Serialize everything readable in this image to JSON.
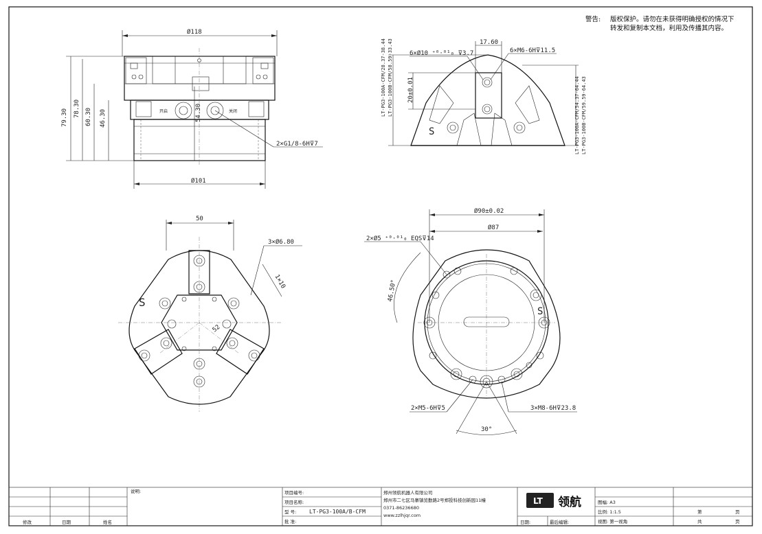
{
  "warning": {
    "label": "警告:",
    "line1": "版权保护。请勿在未获得明确授权的情况下",
    "line2": "转发和复制本文档，利用及传播其内容。"
  },
  "front_view": {
    "dia_top": "Ø118",
    "dia_bottom": "Ø101",
    "h1": "79.30",
    "h2": "78.30",
    "h3": "60.30",
    "h4": "46.30",
    "h5": "54.30",
    "port_callout": "2×G1/8-6H⊽7",
    "port_left_text": "开启",
    "port_right_text": "关闭"
  },
  "side_view": {
    "top_dim": "17.60",
    "hole_a": "6×Ø10 ⁺⁰·⁰¹₀ ⊽3.7",
    "hole_b": "6×M6-6H⊽11.5",
    "vert_left1": "LT-PG3-100A-CFM/28.37-38.44",
    "vert_left2": "LT-PG3-100B-CFM/58.59-33.43",
    "small_dim": "20±0.01",
    "vert_right1": "LT-PG3-100A-CFM/54.37-64.44",
    "vert_right2": "LT-PG3-100B-CFM/59.59-64.43"
  },
  "top_view": {
    "width": "50",
    "holes": "3×Ø6.80",
    "bolt_dim": "1×10",
    "center_dim": "52"
  },
  "bottom_view": {
    "dia_outer": "Ø90±0.02",
    "dia_inner": "Ø87",
    "pin_callout": "2×Ø5 ⁺⁰·⁰¹₀ EQS⊽14",
    "angle1": "46.50°",
    "angle2": "30°",
    "m5_callout": "2×M5-6H⊽5",
    "m8_callout": "3×M8-6H⊽23.8"
  },
  "title_block": {
    "notes_label": "说明:",
    "project_no_label": "项目编号:",
    "project_name_label": "项目名称:",
    "model_label": "型    号:",
    "model_value": "LT-PG3-100A/B-CFM",
    "material_label": "批    准:",
    "company_name": "郑州领航机器人有限公司",
    "company_address": "郑州市二七区马寨镇览勤路2号郑投科技创新园11幢",
    "company_phone": "0371-86236680",
    "company_web": "www.zzlhjqr.com",
    "logo_text": "LT",
    "brand_text": "领航",
    "date_label": "日期:",
    "last_edit_label": "最后编辑:",
    "sheet_label": "图幅: A3",
    "scale_label": "比例: 1:1.5",
    "view_label": "视图: 第一视角",
    "page_label": "第",
    "page_unit": "页",
    "total_label": "共",
    "total_unit": "页",
    "rev_col1": "修改",
    "rev_col2": "日期",
    "rev_col3": "姓名"
  }
}
